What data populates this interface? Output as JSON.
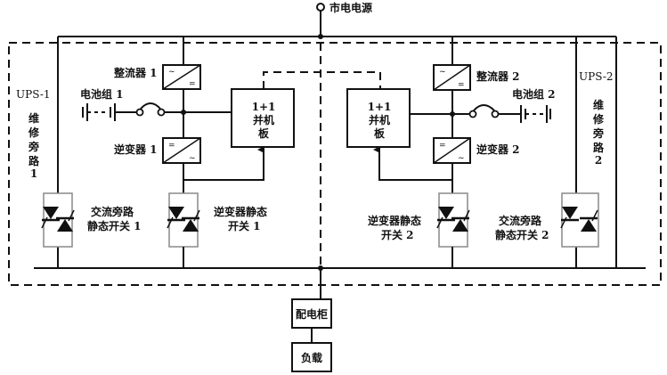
{
  "power_source": "市电电源",
  "ups1": {
    "label": "UPS-1",
    "rectifier": "整流器 1",
    "battery": "电池组 1",
    "inverter": "逆变器 1",
    "parallel_board": [
      "1+1",
      "并机",
      "板"
    ],
    "maint_bypass": [
      "维",
      "修",
      "旁",
      "路",
      "1"
    ],
    "ac_bypass_switch": [
      "交流旁路",
      "静态开关 1"
    ],
    "inverter_switch": [
      "逆变器静态",
      "开关 1"
    ]
  },
  "ups2": {
    "label": "UPS-2",
    "rectifier": "整流器 2",
    "battery": "电池组 2",
    "inverter": "逆变器 2",
    "parallel_board": [
      "1+1",
      "并机",
      "板"
    ],
    "maint_bypass": [
      "维",
      "修",
      "旁",
      "路",
      "2"
    ],
    "ac_bypass_switch": [
      "交流旁路",
      "静态开关 2"
    ],
    "inverter_switch": [
      "逆变器静态",
      "开关 2"
    ]
  },
  "distribution_cabinet": "配电柜",
  "load": "负载",
  "symbols": {
    "ac": "~",
    "dc": "="
  }
}
